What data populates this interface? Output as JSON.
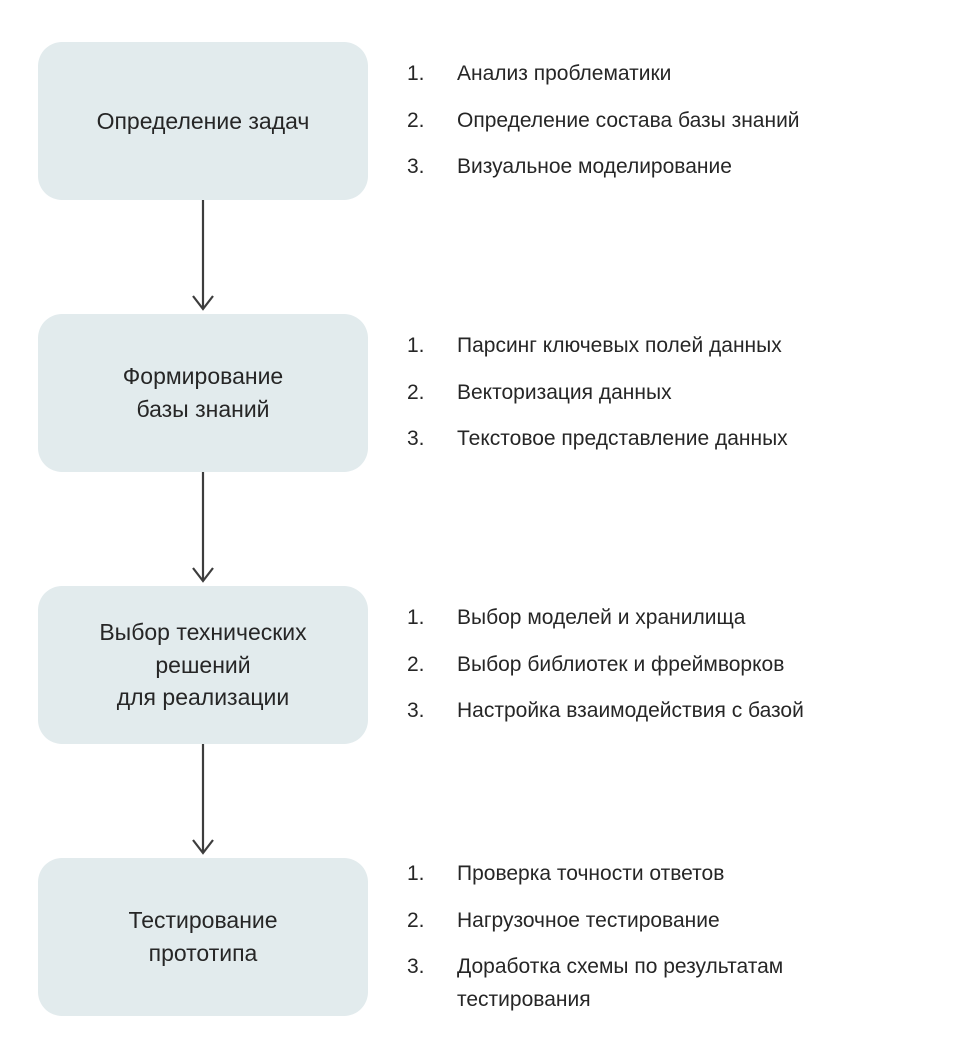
{
  "flow": {
    "markers": [
      "1.",
      "2.",
      "3."
    ],
    "stages": [
      {
        "box": "Определение задач",
        "items": [
          "Анализ проблематики",
          "Определение состава базы знаний",
          "Визуальное моделирование"
        ]
      },
      {
        "box": "Формирование\nбазы знаний",
        "items": [
          "Парсинг ключевых полей данных",
          "Векторизация данных",
          "Текстовое представление данных"
        ]
      },
      {
        "box": "Выбор технических\nрешений\nдля реализации",
        "items": [
          "Выбор моделей и хранилища",
          "Выбор библиотек и фреймворков",
          "Настройка взаимодействия с базой"
        ]
      },
      {
        "box": "Тестирование\nпрототипа",
        "items": [
          "Проверка точности ответов",
          "Нагрузочное тестирование",
          "Доработка схемы по результатам\nтестирования"
        ]
      }
    ]
  },
  "colors": {
    "box_bg": "#e2ebed",
    "text": "#262626",
    "arrow": "#3d3d3d",
    "page_bg": "#ffffff"
  }
}
